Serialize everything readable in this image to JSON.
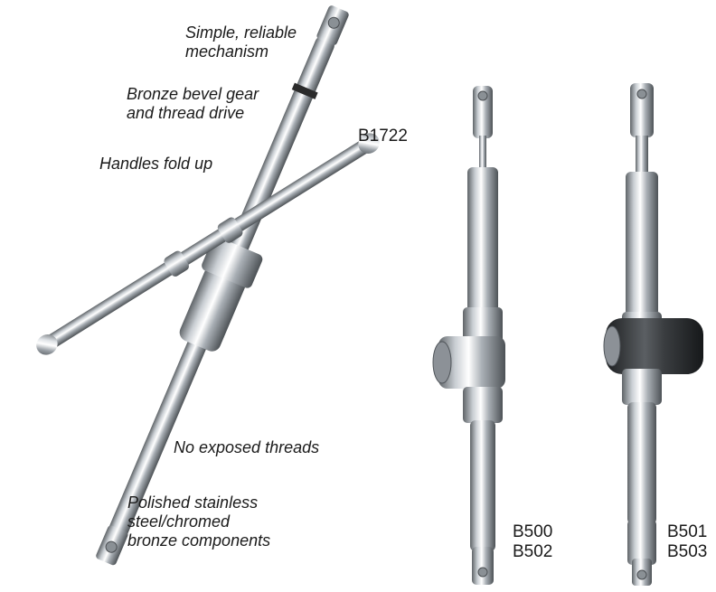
{
  "annotations": {
    "mechanism": [
      "Simple, reliable",
      "mechanism"
    ],
    "gear": [
      "Bronze bevel gear",
      "and thread drive"
    ],
    "handles": "Handles fold up",
    "threads": "No exposed threads",
    "components": [
      "Polished stainless",
      "steel/chromed",
      "bronze components"
    ]
  },
  "models": {
    "large": "B1722",
    "middle": [
      "B500",
      "B502"
    ],
    "right": [
      "B501",
      "B503"
    ]
  },
  "colors": {
    "chrome_dark": "#6e7378",
    "chrome_light": "#f4f6f8",
    "black_housing": "#2e3134",
    "background": "#ffffff"
  }
}
